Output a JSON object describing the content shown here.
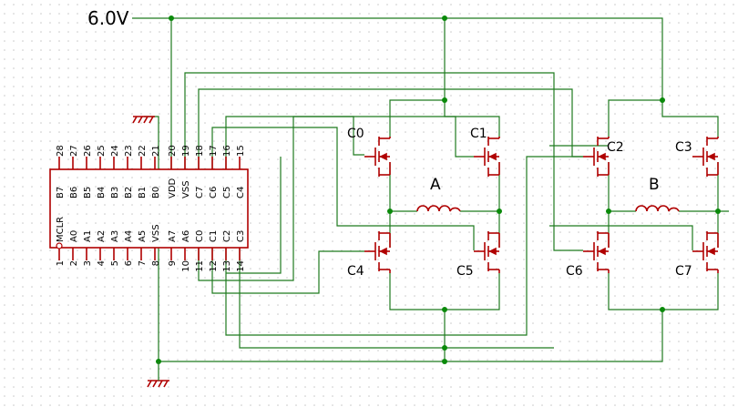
{
  "supply": {
    "label": "6.0V"
  },
  "ic": {
    "top_pin_numbers": [
      "28",
      "27",
      "26",
      "25",
      "24",
      "23",
      "22",
      "21",
      "20",
      "19",
      "18",
      "17",
      "16",
      "15"
    ],
    "top_pin_names": [
      "B7",
      "B6",
      "B5",
      "B4",
      "B3",
      "B2",
      "B1",
      "B0",
      "VDD",
      "VSS",
      "C7",
      "C6",
      "C5",
      "C4"
    ],
    "bottom_pin_numbers": [
      "1",
      "2",
      "3",
      "4",
      "5",
      "6",
      "7",
      "8",
      "9",
      "10",
      "11",
      "12",
      "13",
      "14"
    ],
    "bottom_pin_names": [
      "MCLR",
      "A0",
      "A1",
      "A2",
      "A3",
      "A4",
      "A5",
      "VSS",
      "A7",
      "A6",
      "C0",
      "C1",
      "C2",
      "C3"
    ]
  },
  "bridges": [
    {
      "name": "A",
      "transistors": [
        "C0",
        "C1",
        "C4",
        "C5"
      ]
    },
    {
      "name": "B",
      "transistors": [
        "C2",
        "C3",
        "C6",
        "C7"
      ]
    }
  ],
  "colors": {
    "wire": "#1f7a1f",
    "component": "#b00000",
    "junction": "#0a8a0a",
    "grid": "#c8c8c8"
  }
}
